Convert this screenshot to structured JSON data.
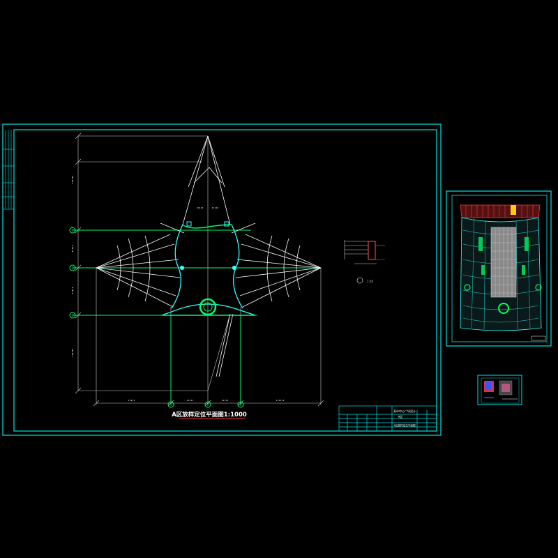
{
  "drawing": {
    "main_title": "A区放样定位平面图1:1000",
    "grid_markers": [
      "①",
      "②",
      "③"
    ],
    "detail_label": "1:20",
    "colors": {
      "background": "#000000",
      "frame": "#00e5e5",
      "outline": "#ffffff",
      "dimension": "#dddddd",
      "accent_green": "#00ff66",
      "accent_cyan": "#33ffff",
      "title_underline": "#ff3333",
      "title_text": "#ffffff"
    }
  },
  "title_block": {
    "project": "某市中心广场设计",
    "zone": "A区",
    "sheet_name": "A区放样定位平面图"
  },
  "thumbnails": [
    {
      "name": "site-plan-thumbnail"
    },
    {
      "name": "small-detail-thumbnail"
    }
  ]
}
